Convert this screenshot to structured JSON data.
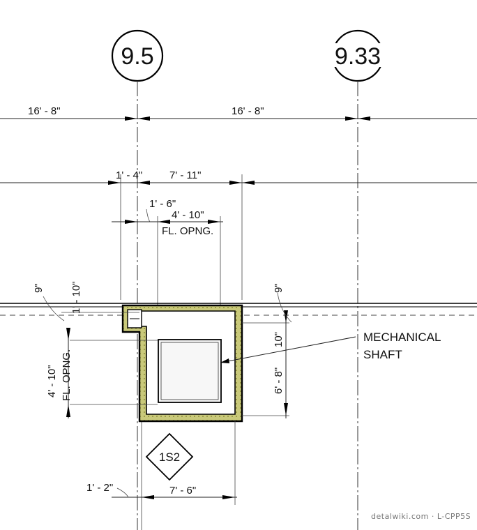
{
  "grid_bubbles": [
    {
      "label": "9.5"
    },
    {
      "label": "9.33"
    }
  ],
  "dimensions": {
    "span_left": "16' - 8\"",
    "span_right": "16' - 8\"",
    "offset_top": "1' - 4\"",
    "shaft_width": "7' - 11\"",
    "opening_offset": "1' - 6\"",
    "opening_width": "4' - 10\"",
    "opening_note": "FL. OPNG.",
    "left_9": "9\"",
    "left_1_10": "1' - 10\"",
    "left_opening_height": "4' - 10\"",
    "left_opening_note": "FL. OPNG.",
    "right_9": "9\"",
    "right_10": "10\"",
    "right_6_8": "6' - 8\"",
    "bottom_offset": "1' - 2\"",
    "bottom_width": "7' - 6\""
  },
  "callout": {
    "line1": "MECHANICAL",
    "line2": "SHAFT"
  },
  "section_tag": "1S2",
  "watermark": "detalwiki.com · L-CPP5S",
  "colors": {
    "insulation": "#c9c97a",
    "line": "#111111"
  }
}
